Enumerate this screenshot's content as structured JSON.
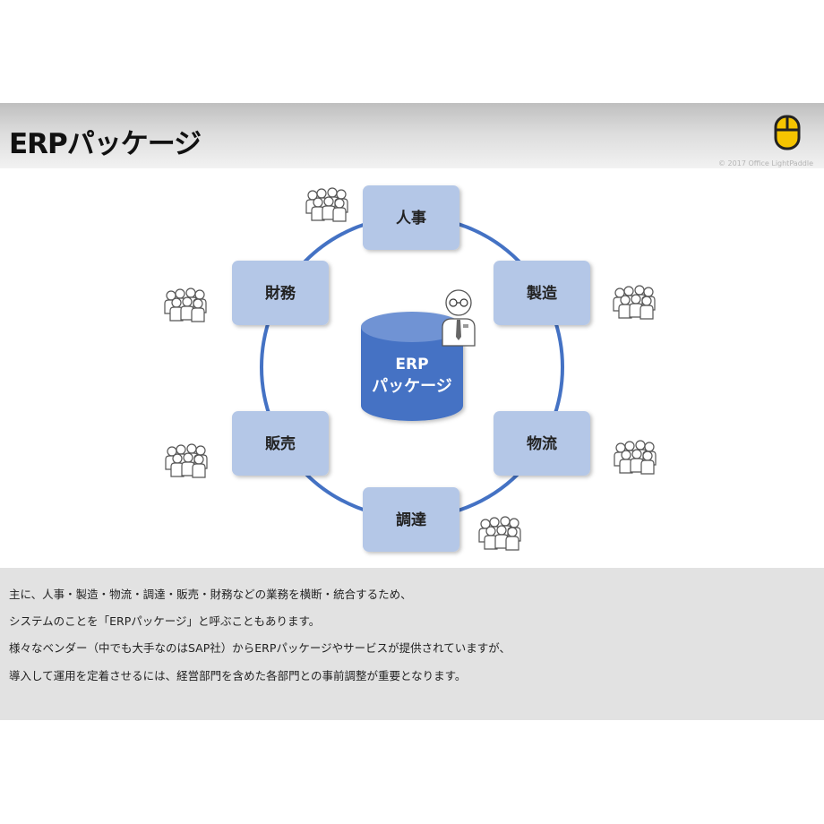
{
  "header": {
    "title": "ERPパッケージ",
    "copyright": "© 2017 Office LightPaddle",
    "logo_icon": "mouse-icon"
  },
  "diagram": {
    "center": {
      "line1": "ERP",
      "line2": "パッケージ"
    },
    "departments": {
      "top": "人事",
      "upper_right": "製造",
      "lower_right": "物流",
      "bottom": "調達",
      "lower_left": "販売",
      "upper_left": "財務"
    },
    "colors": {
      "box_fill": "#b4c7e7",
      "ring": "#4472c4",
      "cylinder": "#4472c4"
    },
    "icons": [
      "people-group-icon",
      "person-with-glasses-icon",
      "database-cylinder"
    ]
  },
  "description": {
    "lines": [
      "主に、人事・製造・物流・調達・販売・財務などの業務を横断・統合するため、",
      "システムのことを「ERPパッケージ」と呼ぶこともあります。",
      "様々なベンダー（中でも大手なのはSAP社）からERPパッケージやサービスが提供されていますが、",
      "導入して運用を定着させるには、経営部門を含めた各部門との事前調整が重要となります。"
    ]
  }
}
